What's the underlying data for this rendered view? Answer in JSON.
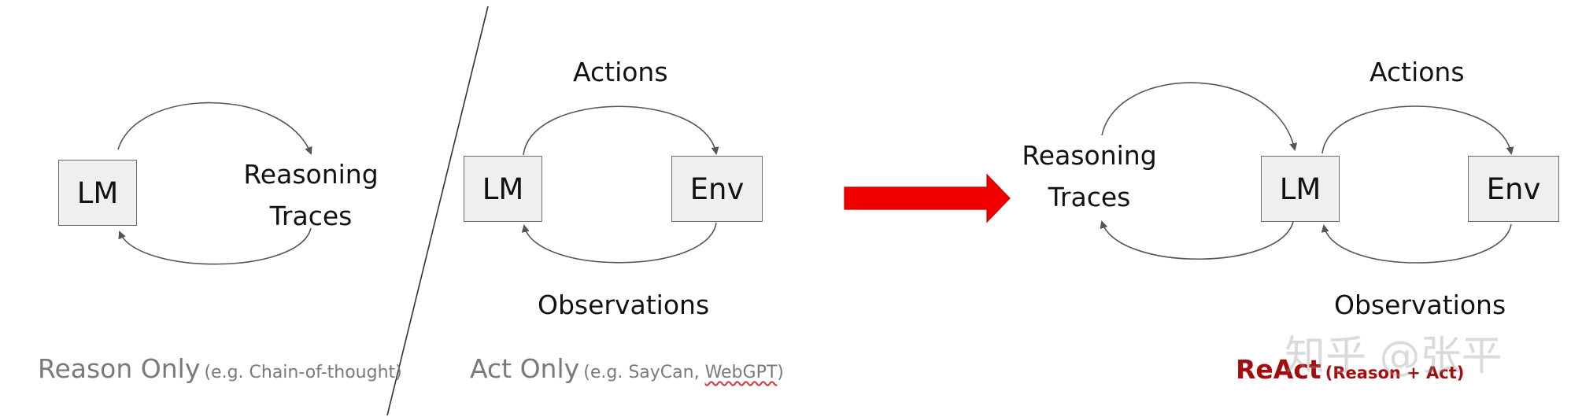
{
  "panels": {
    "reason_only": {
      "box": "LM",
      "trace_line1": "Reasoning",
      "trace_line2": "Traces",
      "caption_main": "Reason Only",
      "caption_sub_prefix": "(e.g. Chain-of-thought)"
    },
    "act_only": {
      "box_left": "LM",
      "box_right": "Env",
      "top_label": "Actions",
      "bottom_label": "Observations",
      "caption_main": "Act Only",
      "caption_sub_prefix": "(e.g. SayCan, ",
      "caption_sub_link": "WebGPT",
      "caption_sub_suffix": ")"
    },
    "react": {
      "trace_line1": "Reasoning",
      "trace_line2": "Traces",
      "box_mid": "LM",
      "box_right": "Env",
      "top_label": "Actions",
      "bottom_label": "Observations",
      "caption_main": "ReAct",
      "caption_sub": "(Reason + Act)"
    }
  },
  "watermark": "知乎 @张平",
  "colors": {
    "arrow_fill": "#f20000",
    "arrow_stroke": "#c00000",
    "react_caption": "#a30d0d",
    "box_fill": "#efefef",
    "curve": "#555555"
  }
}
